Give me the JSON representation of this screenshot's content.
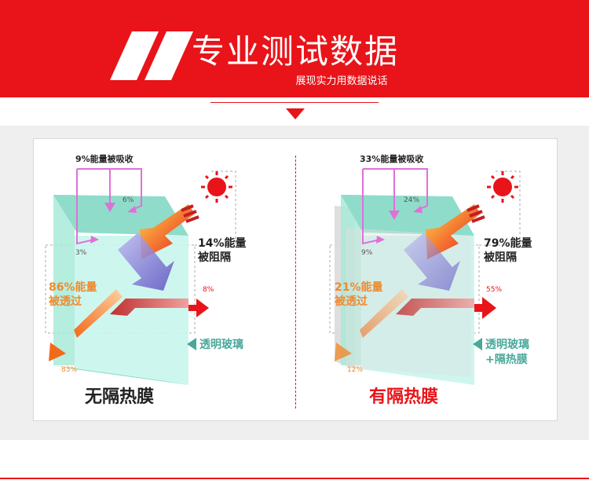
{
  "header": {
    "title": "专业测试数据",
    "subtitle": "展现实力用数据说话"
  },
  "left": {
    "absorbed": "9%能量被吸收",
    "pct_6": "6%",
    "pct_3": "3%",
    "blocked": "14%能量",
    "blocked_2": "被阻隔",
    "blocked_pct": "8%",
    "transmitted": "86%能量",
    "transmitted_2": "被透过",
    "transmitted_pct": "83%",
    "glass": "透明玻璃",
    "caption": "无隔热膜"
  },
  "right": {
    "absorbed": "33%能量被吸收",
    "pct_24": "24%",
    "pct_9": "9%",
    "blocked": "79%能量",
    "blocked_2": "被阻隔",
    "blocked_pct": "55%",
    "transmitted": "21%能量",
    "transmitted_2": "被透过",
    "transmitted_pct": "12%",
    "glass": "透明玻璃",
    "glass_2": "+隔热膜",
    "caption": "有隔热膜"
  },
  "colors": {
    "brand_red": "#e8141a",
    "glass_teal": "#9ee3d4",
    "arrow_orange": "#f08a2a",
    "arrow_purple": "#7a6fd0",
    "magenta_line": "#e070d8",
    "caption_left": "#222222",
    "caption_right": "#e8141a"
  },
  "icons": [
    "sun-icon",
    "heat-rays-icon"
  ]
}
